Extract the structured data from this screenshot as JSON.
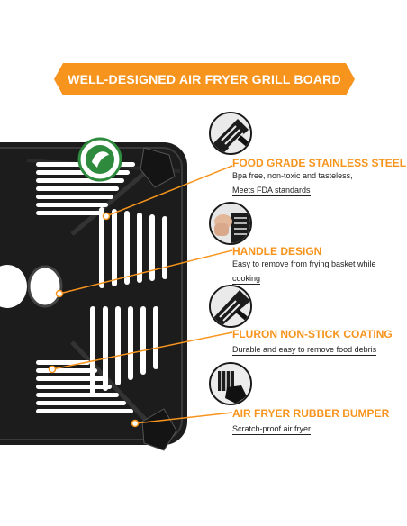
{
  "banner": {
    "title": "WELL-DESIGNED AIR FRYER GRILL BOARD"
  },
  "features": [
    {
      "title": "FOOD GRADE STAINLESS STEEL",
      "desc_line1": "Bpa free, non-toxic and tasteless,",
      "desc_line2": "Meets FDA standards"
    },
    {
      "title": "HANDLE DESIGN",
      "desc_line1": "Easy to remove from frying basket while",
      "desc_line2": "cooking"
    },
    {
      "title": "FLURON NON-STICK COATING",
      "desc_line1": "Durable and easy to remove food debris"
    },
    {
      "title": "AIR FRYER RUBBER BUMPER",
      "desc_line1": "Scratch-proof air fryer"
    }
  ],
  "colors": {
    "accent": "#f7941d",
    "board": "#1c1c1c",
    "badge": "#2e8b3e"
  },
  "icons": {
    "badge": "eco-certified-badge-icon",
    "steel": "grill-plate-closeup-icon",
    "handle": "hand-holding-plate-icon",
    "coating": "coated-plate-closeup-icon",
    "bumper": "rubber-bumper-closeup-icon"
  }
}
